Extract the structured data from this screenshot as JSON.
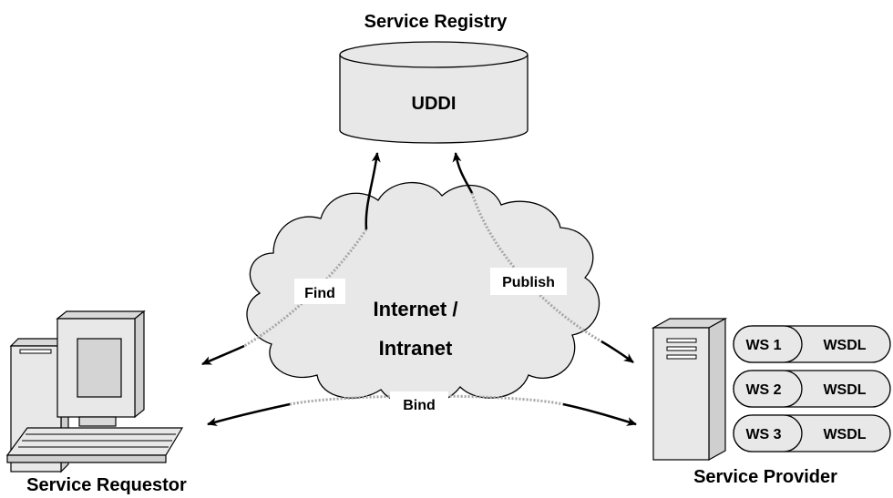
{
  "registry": {
    "title": "Service Registry",
    "db_label": "UDDI"
  },
  "network": {
    "line1": "Internet /",
    "line2": "Intranet"
  },
  "flows": {
    "find": "Find",
    "publish": "Publish",
    "bind": "Bind"
  },
  "requestor": {
    "title": "Service Requestor"
  },
  "provider": {
    "title": "Service Provider",
    "services": [
      {
        "ws": "WS 1",
        "desc": "WSDL"
      },
      {
        "ws": "WS 2",
        "desc": "WSDL"
      },
      {
        "ws": "WS 3",
        "desc": "WSDL"
      }
    ]
  },
  "colors": {
    "shape_fill": "#e8e8e8",
    "outline": "#000000",
    "dotted_path": "#a6a6a6"
  }
}
